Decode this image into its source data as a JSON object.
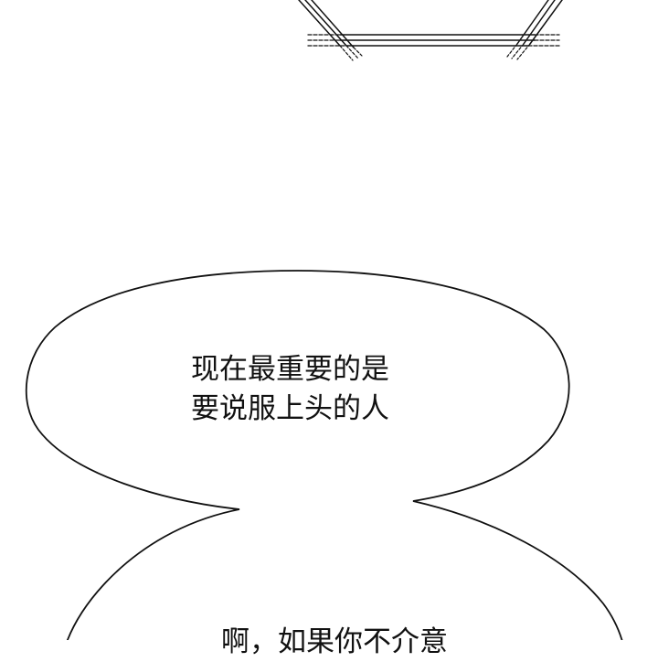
{
  "panel": {
    "type": "webtoon-panel",
    "background_color": "#ffffff",
    "line_color": "#111111"
  },
  "sketch": {
    "description": "perspective frame lines (hatched triple lines) at top",
    "horizontal_lines": 3,
    "diagonal_lines_per_side": 3
  },
  "bubbles": [
    {
      "id": "upper",
      "shape": "ellipse",
      "lines": [
        "现在最重要的是",
        "要说服上头的人"
      ]
    },
    {
      "id": "lower",
      "shape": "ellipse-cut-off",
      "lines": [
        "啊，如果你不介意"
      ]
    }
  ]
}
